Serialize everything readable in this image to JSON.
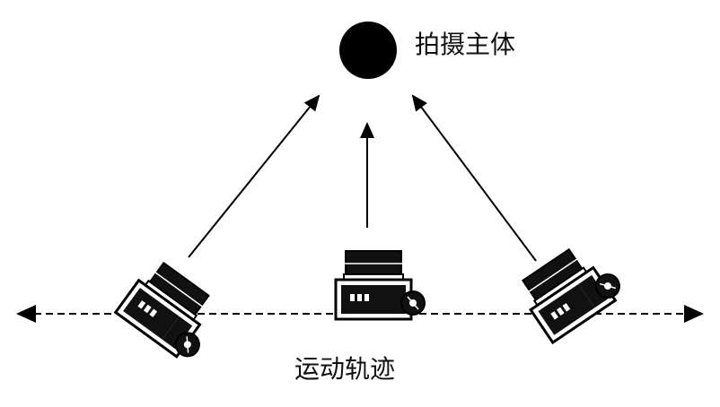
{
  "labels": {
    "subject": "拍摄主体",
    "track": "运动轨迹"
  },
  "colors": {
    "ink": "#000000",
    "background": "#ffffff",
    "lens": "#1a1a1a"
  },
  "icons": {
    "subject": "filled-circle",
    "camera": "mirrorless-camera",
    "arrow": "arrow"
  }
}
